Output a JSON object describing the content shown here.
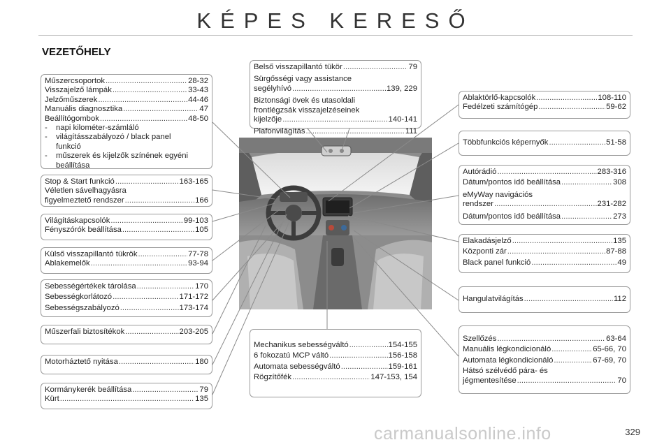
{
  "page": {
    "title": "KÉPES KERESŐ",
    "section": "VEZETŐHELY",
    "page_number": "329",
    "watermark": "carmanualsonline.info"
  },
  "boxes": {
    "instruments": [
      {
        "label": "Műszercsoportok",
        "page": "28-32"
      },
      {
        "label": "Visszajelző lámpák",
        "page": "33-43"
      },
      {
        "label": "Jelzőműszerek",
        "page": "44-46"
      },
      {
        "label": "Manuális diagnosztika",
        "page": "47"
      },
      {
        "label": "Beállítógombok",
        "page": "48-50"
      }
    ],
    "instruments_subs": [
      "napi kilométer-számláló",
      "világításszabályozó / black panel funkció",
      "műszerek és kijelzők színének egyéni beállítása"
    ],
    "stopstart": [
      {
        "label": "Stop & Start funkció",
        "page": "163-165"
      }
    ],
    "stopstart_extra": {
      "line1": "Véletlen sávelhagyásra",
      "line2": "figyelmeztető rendszer",
      "page": "166"
    },
    "lights": [
      {
        "label": "Világításkapcsolók",
        "page": "99-103"
      },
      {
        "label": "Fényszórók beállítása",
        "page": "105"
      }
    ],
    "mirrors": [
      {
        "label": "Külső visszapillantó tükrök",
        "page": "77-78"
      },
      {
        "label": "Ablakemelők",
        "page": "93-94"
      }
    ],
    "speed": [
      {
        "label": "Sebességértékek tárolása",
        "page": "170"
      },
      {
        "label": "Sebességkorlátozó",
        "page": "171-172"
      },
      {
        "label": "Sebességszabályozó",
        "page": "173-174"
      }
    ],
    "fuses": [
      {
        "label": "Műszerfali biztosítékok",
        "page": "203-205"
      }
    ],
    "bonnet": [
      {
        "label": "Motorháztető nyitása",
        "page": "180"
      }
    ],
    "steering": [
      {
        "label": "Kormánykerék beállítása",
        "page": "79"
      },
      {
        "label": "Kürt",
        "page": "135"
      }
    ],
    "top_mirror": [
      {
        "label": "Belső visszapillantó tükör",
        "page": "79"
      }
    ],
    "top_sos": {
      "line1": "Sürgősségi vagy assistance",
      "line2": "segélyhívó",
      "page": "139, 229"
    },
    "top_belts": {
      "line1": "Biztonsági övek és utasoldali",
      "line2": "frontlégzsák visszajelzéseinek",
      "line3": "kijelzője",
      "page": "140-141"
    },
    "top_ceiling": [
      {
        "label": "Plafonvilágítás",
        "page": "111"
      }
    ],
    "gearbox": [
      {
        "label": "Mechanikus sebességváltó",
        "page": "154-155"
      },
      {
        "label": "6 fokozatú MCP váltó",
        "page": "156-158"
      },
      {
        "label": "Automata sebességváltó",
        "page": "159-161"
      },
      {
        "label": "Rögzítőfék",
        "page": "147-153, 154"
      }
    ],
    "wipers": [
      {
        "label": "Ablaktörlő-kapcsolók",
        "page": "108-110"
      },
      {
        "label": "Fedélzeti számítógép",
        "page": "59-62"
      }
    ],
    "multiscreen": [
      {
        "label": "Többfunkciós képernyők",
        "page": "51-58"
      }
    ],
    "radio": [
      {
        "label": "Autórádió",
        "page": "283-316"
      },
      {
        "label": "Dátum/pontos idő beállítása",
        "page": "308"
      }
    ],
    "radio_emyway": {
      "line1": "eMyWay navigációs",
      "line2": "rendszer",
      "page": "231-282"
    },
    "radio_date2": [
      {
        "label": "Dátum/pontos idő beállítása",
        "page": "273"
      }
    ],
    "hazard": [
      {
        "label": "Elakadásjelző",
        "page": "135"
      },
      {
        "label": "Központi zár",
        "page": "87-88"
      },
      {
        "label": "Black panel funkció",
        "page": "49"
      }
    ],
    "ambient": [
      {
        "label": "Hangulatvilágítás",
        "page": "112"
      }
    ],
    "vent": [
      {
        "label": "Szellőzés",
        "page": "63-64"
      },
      {
        "label": "Manuális légkondicionáló",
        "page": "65-66, 70"
      },
      {
        "label": "Automata légkondicionáló",
        "page": "67-69, 70"
      }
    ],
    "vent_demist": {
      "line1": "Hátsó szélvédő pára- és",
      "line2": "jégmentesítése",
      "page": "70"
    }
  },
  "colors": {
    "box_border": "#9a9a9a",
    "leader_line": "#8a8a8a",
    "rule": "#b8b8b8"
  }
}
